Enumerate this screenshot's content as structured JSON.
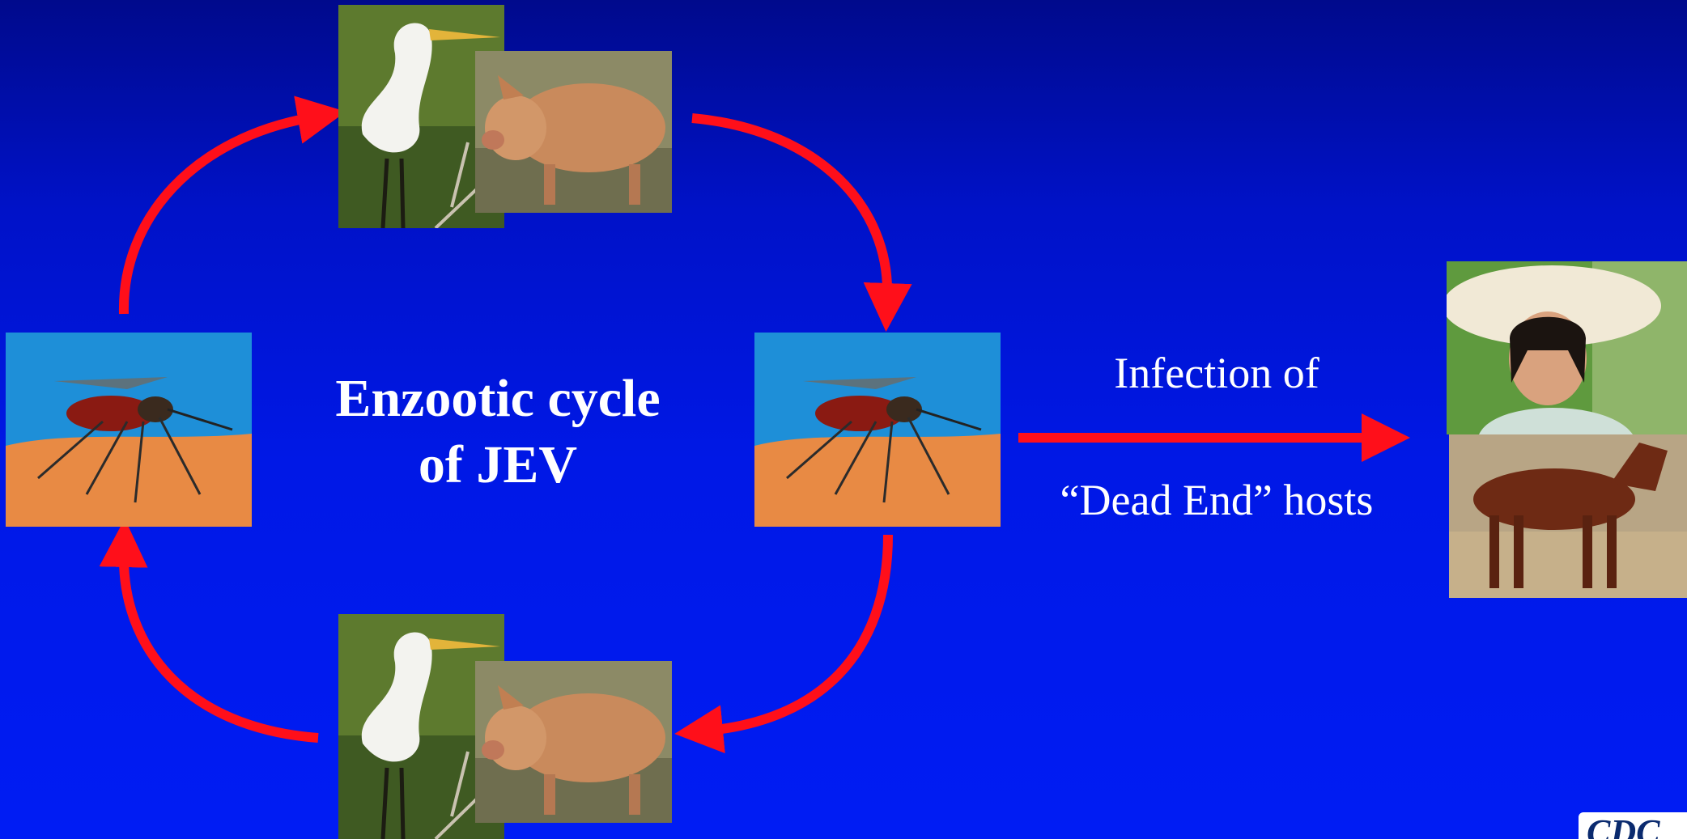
{
  "title": {
    "line1": "Enzootic cycle",
    "line2": "of JEV"
  },
  "dead_end": {
    "line1": "Infection of",
    "line2": "“Dead End” hosts"
  },
  "logo_text": "CDC",
  "colors": {
    "background_top": "#000a8c",
    "background_bottom": "#001cf4",
    "arrow": "#ff0f1a",
    "text": "#ffffff"
  },
  "photos": {
    "amplifying_hosts": [
      "egret",
      "pig"
    ],
    "vector": "mosquito",
    "dead_end_hosts": [
      "human",
      "horse"
    ]
  }
}
